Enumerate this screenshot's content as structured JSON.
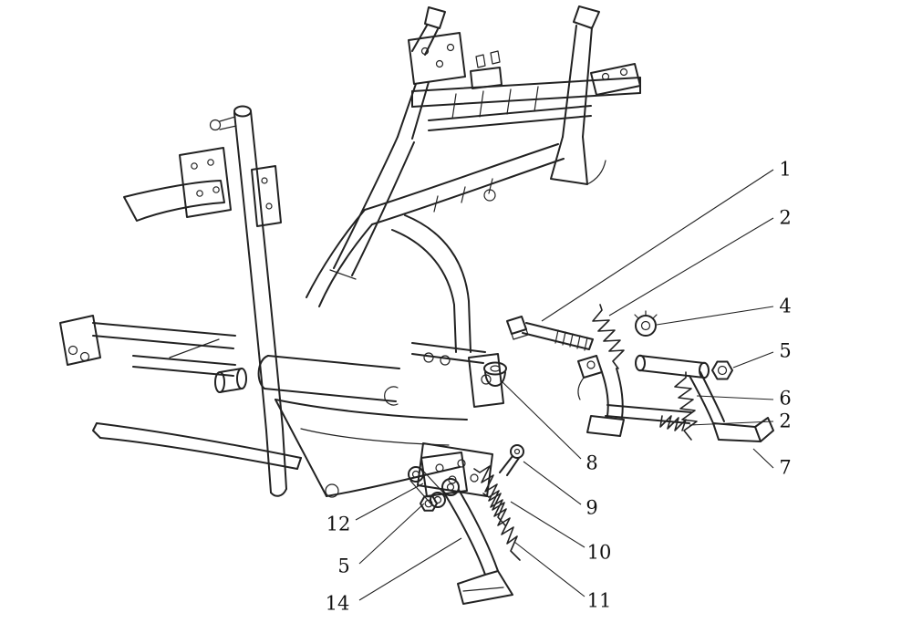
{
  "diagram": {
    "background_color": "#ffffff",
    "line_color": "#222222",
    "text_color": "#111111"
  },
  "callouts": [
    {
      "label": "1"
    },
    {
      "label": "2"
    },
    {
      "label": "4"
    },
    {
      "label": "5"
    },
    {
      "label": "6"
    },
    {
      "label": "2"
    },
    {
      "label": "7"
    },
    {
      "label": "8"
    },
    {
      "label": "9"
    },
    {
      "label": "10"
    },
    {
      "label": "11"
    },
    {
      "label": "12"
    },
    {
      "label": "5"
    },
    {
      "label": "14"
    }
  ]
}
